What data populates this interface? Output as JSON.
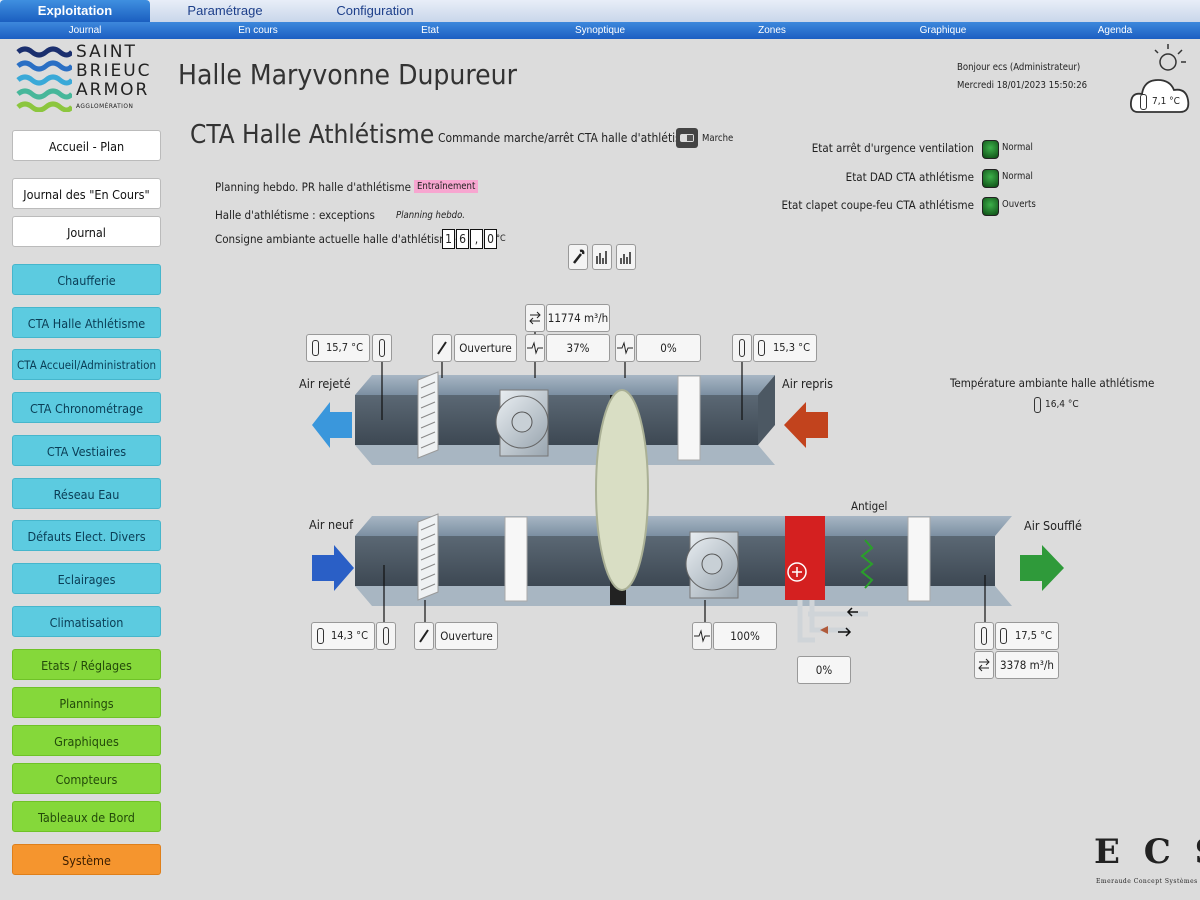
{
  "top_tabs": [
    "Exploitation",
    "Paramétrage",
    "Configuration"
  ],
  "sub_tabs": [
    "Journal",
    "En cours",
    "Etat",
    "Synoptique",
    "Zones",
    "Graphique",
    "Agenda"
  ],
  "logo": {
    "line1": "SAINT",
    "line2": "BRIEUC",
    "line3": "ARMOR",
    "line4": "AGGLOMÉRATION"
  },
  "site_title": "Halle Maryvonne Dupureur",
  "user": {
    "greeting": "Bonjour ecs (Administrateur)",
    "datetime": "Mercredi 18/01/2023 15:50:26"
  },
  "weather": {
    "outdoor_temp": "7,1 °C"
  },
  "sidebar": {
    "white": [
      "Accueil - Plan",
      "Journal des \"En Cours\"",
      "Journal"
    ],
    "cyan": [
      "Chaufferie",
      "CTA  Halle Athlétisme",
      "CTA Accueil/Administration",
      "CTA  Chronométrage",
      "CTA Vestiaires",
      "Réseau  Eau",
      "Défauts Elect. Divers",
      "Eclairages",
      "Climatisation"
    ],
    "green": [
      "Etats / Réglages",
      "Plannings",
      "Graphiques",
      "Compteurs",
      "Tableaux de Bord"
    ],
    "orange": [
      "Système"
    ]
  },
  "page_title": "CTA  Halle Athlétisme",
  "command": {
    "label": "Commande marche/arrêt CTA halle d'athlétisme",
    "value": "Marche"
  },
  "planning": {
    "label": "Planning hebdo. PR halle d'athlétisme",
    "value": "Entraînement"
  },
  "exceptions": {
    "label": "Halle d'athlétisme : exceptions",
    "value": "Planning hebdo."
  },
  "setpoint": {
    "label": "Consigne ambiante actuelle halle d'athlétisme",
    "digits": [
      "1",
      "6",
      ",",
      "0"
    ],
    "unit": "°C"
  },
  "status": [
    {
      "label": "Etat arrêt d'urgence ventilation",
      "value": "Normal"
    },
    {
      "label": "Etat DAD CTA athlétisme",
      "value": "Normal"
    },
    {
      "label": "Etat clapet coupe-feu CTA athlétisme",
      "value": "Ouverts"
    }
  ],
  "synoptic": {
    "air_rejete": "Air rejeté",
    "air_repris": "Air repris",
    "air_neuf": "Air neuf",
    "air_souffle": "Air Soufflé",
    "antigel": "Antigel",
    "temp_rejet": "15,7 °C",
    "temp_reprise": "15,3 °C",
    "temp_neuf": "14,3 °C",
    "temp_souffle": "17,5 °C",
    "damper_rejet": "Ouverture",
    "damper_neuf": "Ouverture",
    "flow_extract": "11774 m³/h",
    "flow_supply": "3378 m³/h",
    "fan_extract_pct": "37%",
    "recovery_pct": "0%",
    "fan_supply_pct": "100%",
    "valve_pct": "0%",
    "ambient_label": "Température ambiante halle athlétisme",
    "ambient_temp": "16,4 °C"
  },
  "brand": {
    "name": "E C S",
    "tagline": "Emeraude Concept Systèmes"
  }
}
